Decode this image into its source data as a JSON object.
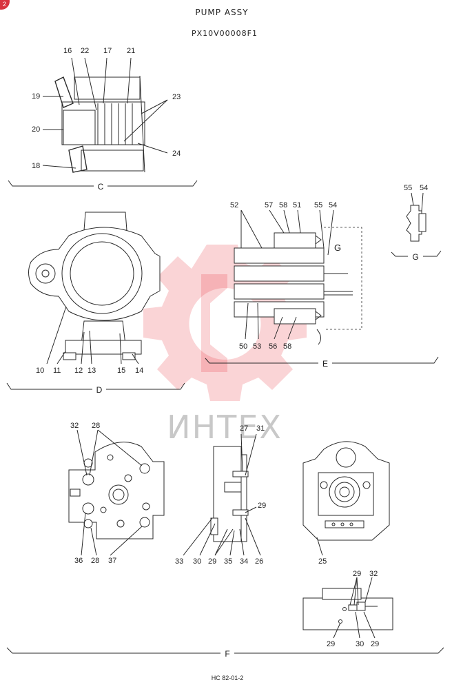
{
  "badge": "2",
  "title": "PUMP ASSY",
  "part_code": "PX10V00008F1",
  "footer_code": "HC 82-01-2",
  "watermark_text": "ИНТЕХ",
  "colors": {
    "watermark": "#e63946",
    "line": "#2a2a2a",
    "badge": "#d9343f"
  },
  "views": {
    "c": {
      "label": "C",
      "callouts": [
        "16",
        "22",
        "17",
        "21",
        "19",
        "23",
        "20",
        "24",
        "18"
      ]
    },
    "d": {
      "label": "D",
      "callouts": [
        "10",
        "11",
        "12",
        "13",
        "15",
        "14"
      ]
    },
    "e": {
      "label": "E",
      "callouts": [
        "52",
        "57",
        "58",
        "51",
        "55",
        "54",
        "G",
        "50",
        "53",
        "56",
        "58"
      ]
    },
    "g": {
      "label": "G",
      "callouts": [
        "55",
        "54"
      ]
    },
    "f": {
      "label": "F",
      "left_callouts": [
        "32",
        "28",
        "36",
        "28",
        "37"
      ],
      "side_callouts": [
        "27",
        "31",
        "29",
        "33",
        "30",
        "29",
        "35",
        "34",
        "26"
      ],
      "right_callouts": [
        "25"
      ],
      "bottom_callouts": [
        "29",
        "32",
        "29",
        "30",
        "29"
      ]
    }
  }
}
